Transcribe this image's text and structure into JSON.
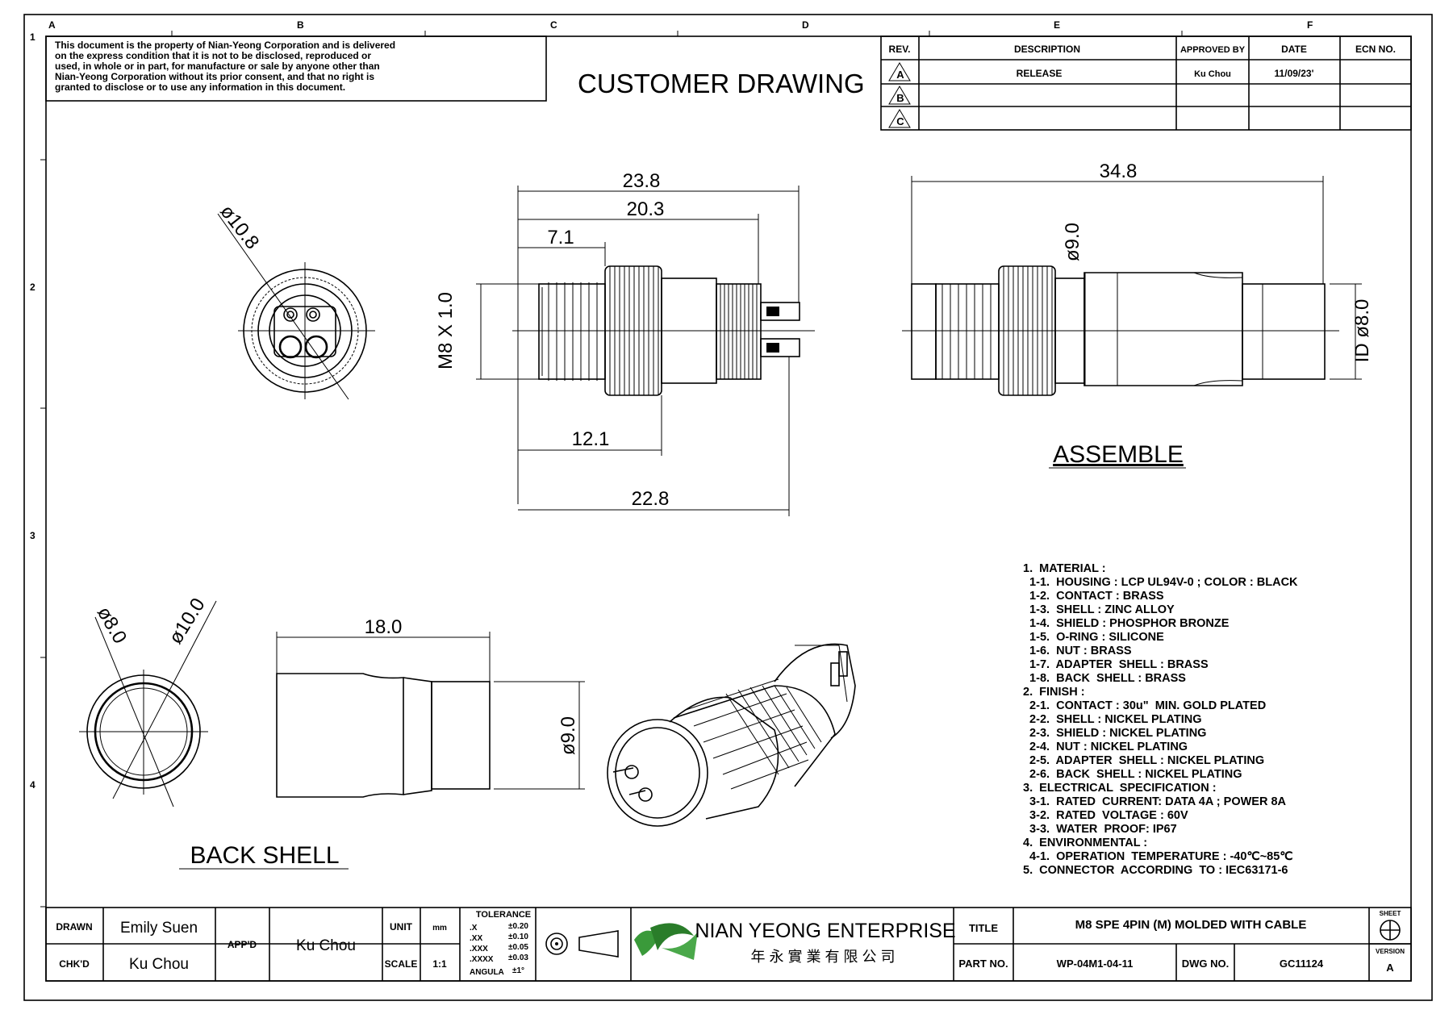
{
  "zone_letters": [
    "A",
    "B",
    "C",
    "D",
    "E",
    "F"
  ],
  "zone_numbers": [
    "1",
    "2",
    "3",
    "4"
  ],
  "notice_lines": [
    "This document is the property of Nian-Yeong Corporation and is delivered",
    "on  the  express condition that it is not to be disclosed, reproduced or",
    "used, in whole or in part, for manufacture or sale by anyone other than",
    "Nian-Yeong Corporation without  its prior consent, and that  no right  is",
    "granted to disclose or  to use any information in this  document."
  ],
  "drawing_title": "CUSTOMER  DRAWING",
  "revision_table": {
    "headers": [
      "REV.",
      "DESCRIPTION",
      "APPROVED BY",
      "DATE",
      "ECN NO."
    ],
    "rows": [
      {
        "rev": "A",
        "description": "RELEASE",
        "approved_by": "Ku Chou",
        "date": "11/09/23'",
        "ecn": ""
      },
      {
        "rev": "B",
        "description": "",
        "approved_by": "",
        "date": "",
        "ecn": ""
      },
      {
        "rev": "C",
        "description": "",
        "approved_by": "",
        "date": "",
        "ecn": ""
      }
    ]
  },
  "dimensions": {
    "front_diameter": "ø10.8",
    "overall_length": "23.8",
    "length_20_3": "20.3",
    "length_7_1": "7.1",
    "thread": "M8 X 1.0",
    "length_12_1": "12.1",
    "length_22_8": "22.8",
    "assemble_length": "34.8",
    "assemble_diameter": "ø9.0",
    "assemble_id": "ID  ø8.0",
    "back_inner": "ø8.0",
    "back_outer": "ø10.0",
    "back_length": "18.0",
    "back_diameter": "ø9.0"
  },
  "view_labels": {
    "assemble": "ASSEMBLE",
    "back_shell": "BACK  SHELL"
  },
  "spec_lines": [
    "1.  MATERIAL :",
    "  1-1.  HOUSING : LCP UL94V-0 ; COLOR : BLACK",
    "  1-2.  CONTACT : BRASS",
    "  1-3.  SHELL : ZINC ALLOY",
    "  1-4.  SHIELD : PHOSPHOR BRONZE",
    "  1-5.  O-RING : SILICONE",
    "  1-6.  NUT : BRASS",
    "  1-7.  ADAPTER  SHELL : BRASS",
    "  1-8.  BACK  SHELL : BRASS",
    "2.  FINISH :",
    "  2-1.  CONTACT : 30u\"  MIN. GOLD PLATED",
    "  2-2.  SHELL : NICKEL PLATING",
    "  2-3.  SHIELD : NICKEL PLATING",
    "  2-4.  NUT : NICKEL PLATING",
    "  2-5.  ADAPTER  SHELL : NICKEL PLATING",
    "  2-6.  BACK  SHELL : NICKEL PLATING",
    "3.  ELECTRICAL  SPECIFICATION :",
    "  3-1.  RATED  CURRENT: DATA 4A ; POWER 8A",
    "  3-2.  RATED  VOLTAGE : 60V",
    "  3-3.  WATER  PROOF: IP67",
    "4.  ENVIRONMENTAL :",
    "  4-1.  OPERATION  TEMPERATURE : -40℃~85℃",
    "5.  CONNECTOR  ACCORDING  TO : IEC63171-6"
  ],
  "title_block": {
    "drawn_label": "DRAWN",
    "drawn_value": "Emily Suen",
    "chkd_label": "CHK'D",
    "chkd_value": "Ku Chou",
    "appd_label": "APP'D",
    "appd_value": "Ku Chou",
    "unit_label": "UNIT",
    "unit_value": "mm",
    "scale_label": "SCALE",
    "scale_value": "1:1",
    "tolerance_title": "TOLERANCE",
    "tolerance_rows": [
      {
        "key": ".X",
        "val": "±0.20"
      },
      {
        "key": ".XX",
        "val": "±0.10"
      },
      {
        "key": ".XXX",
        "val": "±0.05"
      },
      {
        "key": ".XXXX",
        "val": "±0.03"
      },
      {
        "key": "ANGULA",
        "val": "±1°"
      }
    ],
    "company_name": "NIAN YEONG ENTERPRISE",
    "company_chinese": "年 永 實 業 有 限 公 司",
    "title_label": "TITLE",
    "title_value": "M8  SPE  4PIN  (M)  MOLDED  WITH  CABLE",
    "part_no_label": "PART NO.",
    "part_no_value": "WP-04M1-04-11",
    "dwg_no_label": "DWG NO.",
    "dwg_no_value": "GC11124",
    "sheet_label": "SHEET",
    "version_label": "VERSION",
    "version_value": "A"
  }
}
